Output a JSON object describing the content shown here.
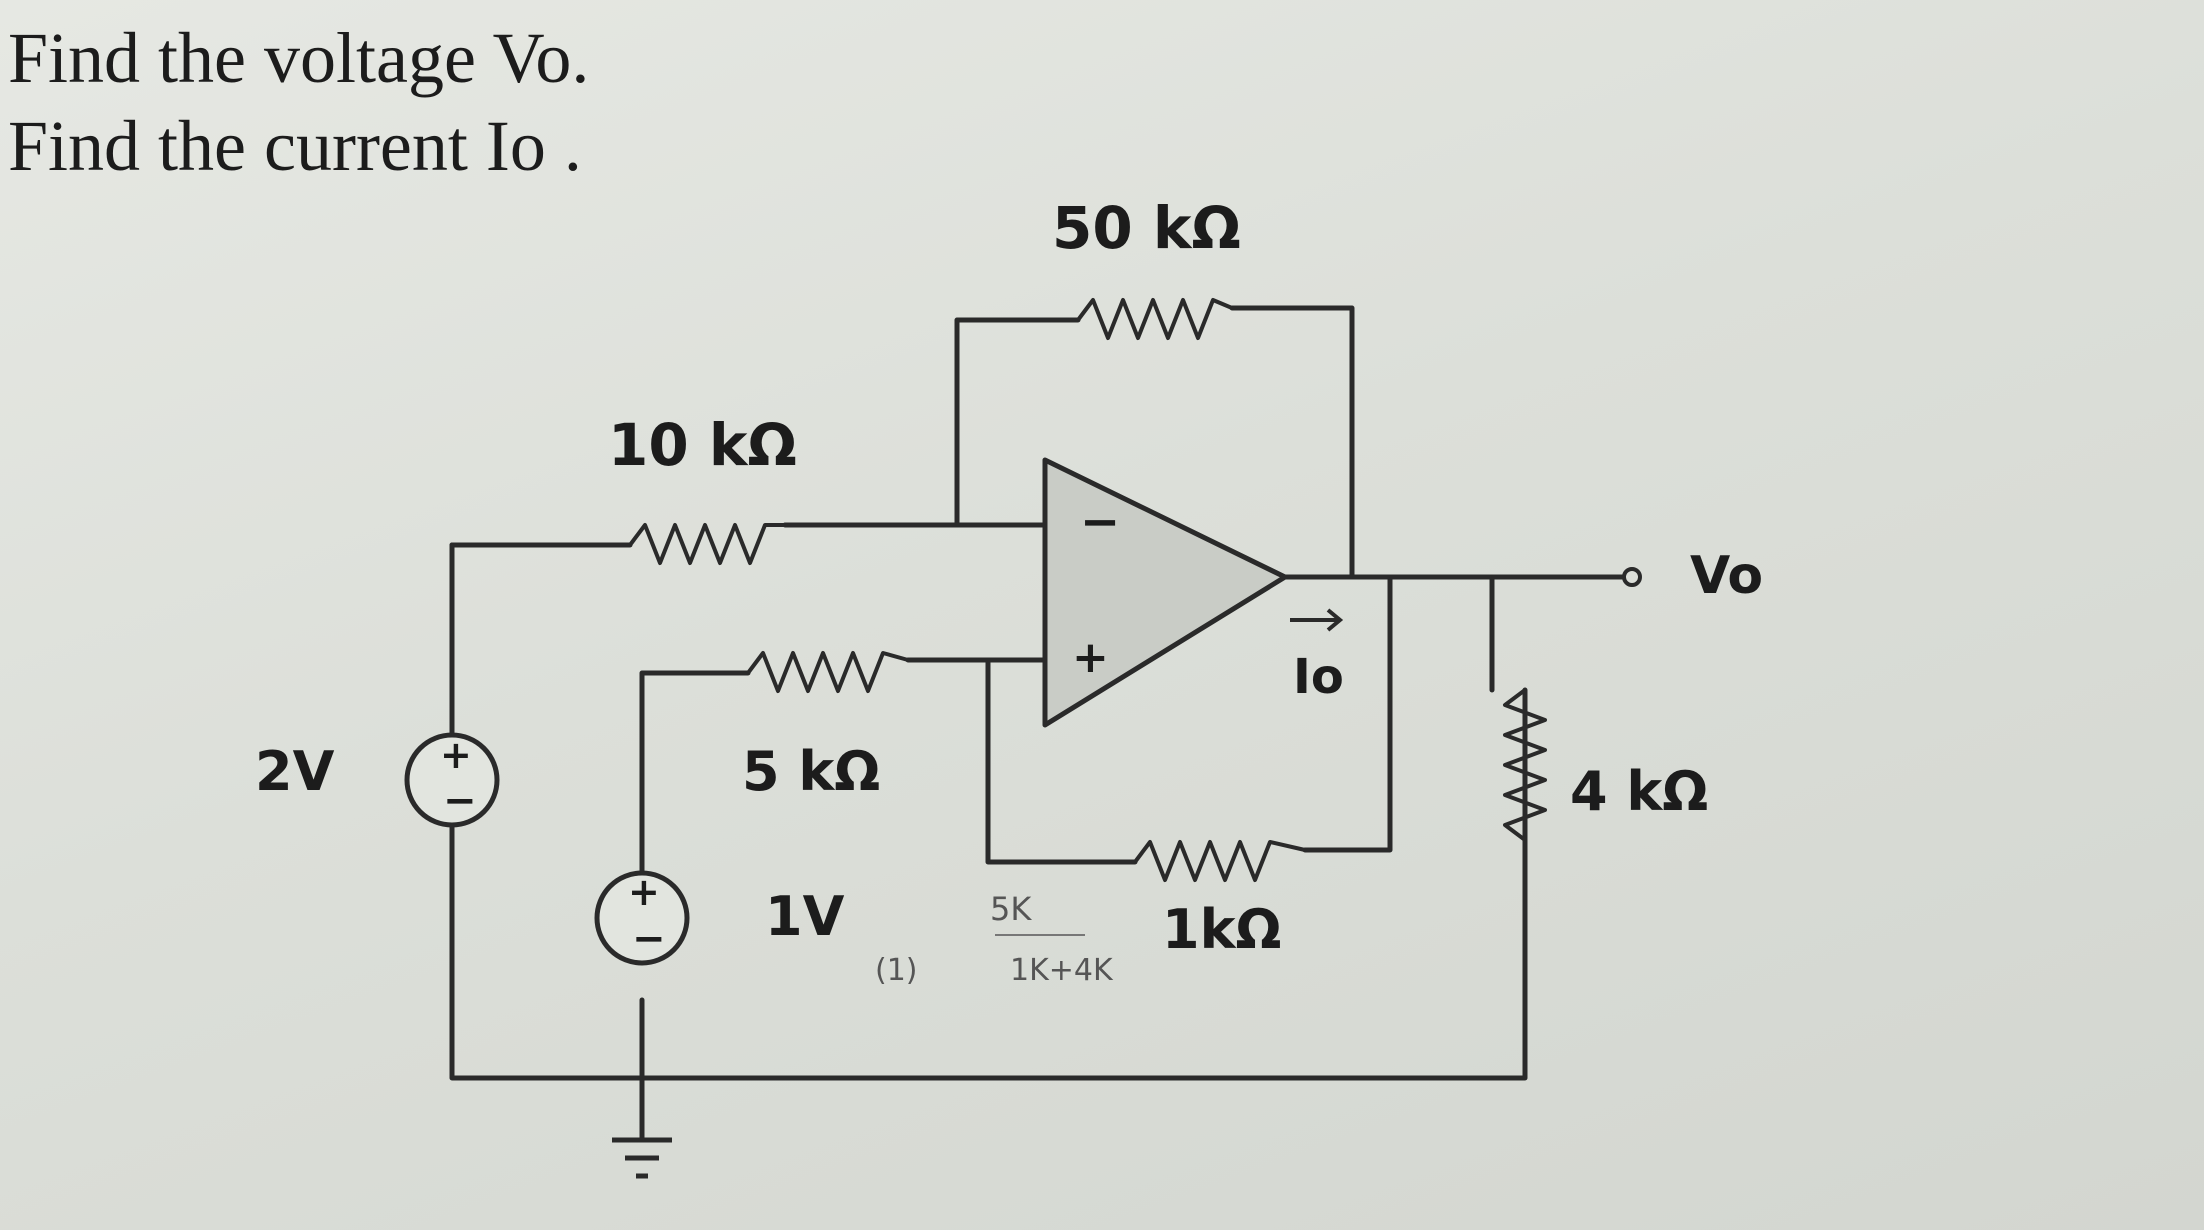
{
  "question": {
    "line1": "Find the voltage Vo.",
    "line2": "Find the current Io ."
  },
  "labels": {
    "r_feedback": "50 kΩ",
    "r_inverting": "10 kΩ",
    "r_noninverting": "5 kΩ",
    "r_bottom": "1kΩ",
    "r_load": "4 kΩ",
    "src_2v": "2V",
    "src_1v": "1V",
    "output_node": "Vo",
    "output_current": "Io",
    "opamp_minus": "−",
    "opamp_plus": "+",
    "src_plus": "+",
    "src_minus": "−"
  },
  "handwritten": {
    "note1": "5K",
    "note2": "1K+4K",
    "note3": "(1)"
  },
  "colors": {
    "wire": "#2a2a2a",
    "opamp_fill": "#c9ccc6",
    "paper": "#dcdfd9"
  }
}
